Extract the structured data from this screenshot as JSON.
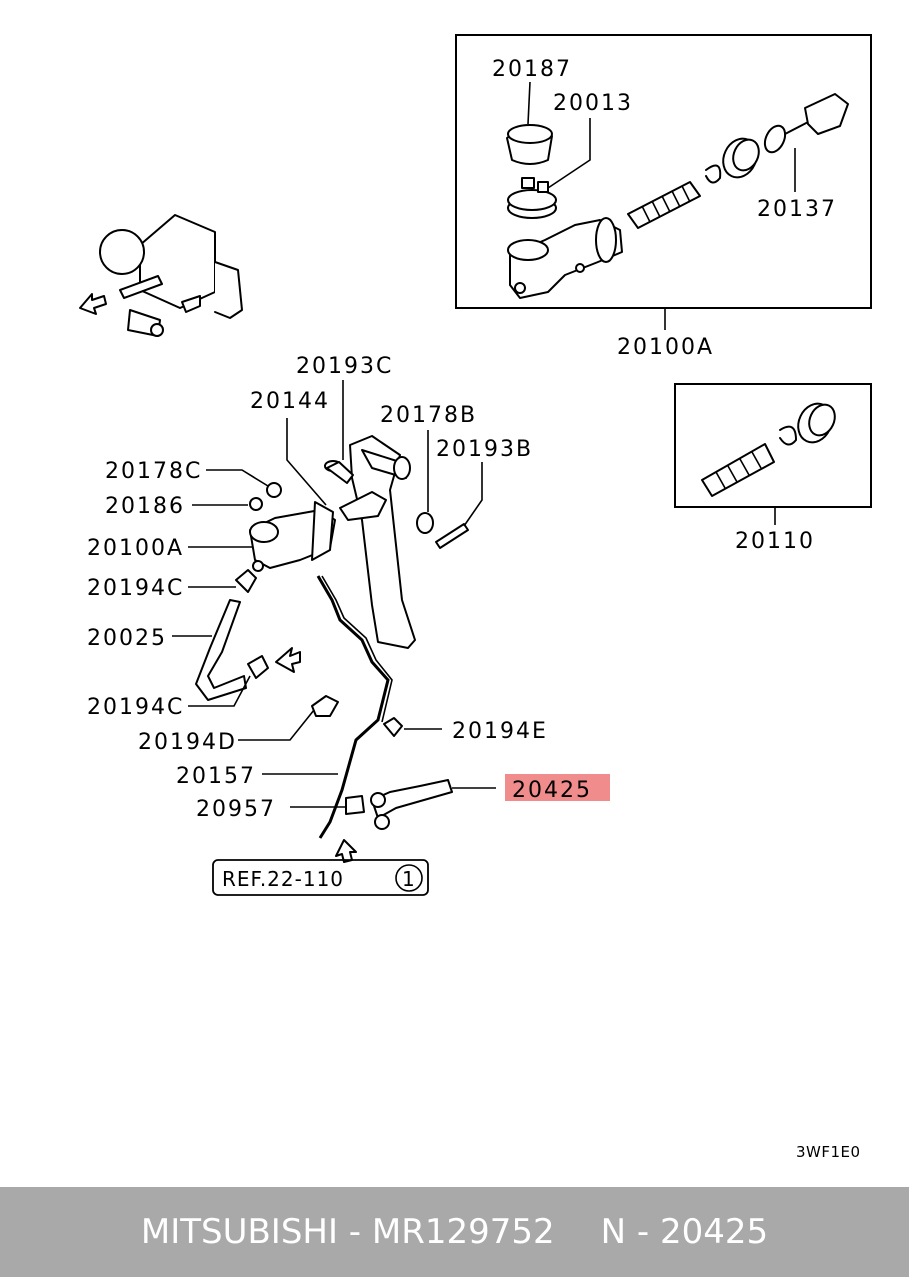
{
  "labels": {
    "l20187": "20187",
    "l20013": "20013",
    "l20137": "20137",
    "l20100A_box": "20100A",
    "l20110": "20110",
    "l20193C": "20193C",
    "l20144": "20144",
    "l20178B": "20178B",
    "l20193B": "20193B",
    "l20178C": "20178C",
    "l20186": "20186",
    "l20100A": "20100A",
    "l20194C_top": "20194C",
    "l20025": "20025",
    "l20194C_bottom": "20194C",
    "l20194D": "20194D",
    "l20194E": "20194E",
    "l20157": "20157",
    "l20957": "20957",
    "l20425": "20425"
  },
  "highlight_color": "#f08c8c",
  "reference": {
    "text": "REF.22-110",
    "circle_number": "1"
  },
  "drawing_code": "3WF1E0",
  "footer": {
    "brand_part": "MITSUBISHI - MR129752",
    "ref_part": "N - 20425",
    "background": "#a9a9a9"
  }
}
